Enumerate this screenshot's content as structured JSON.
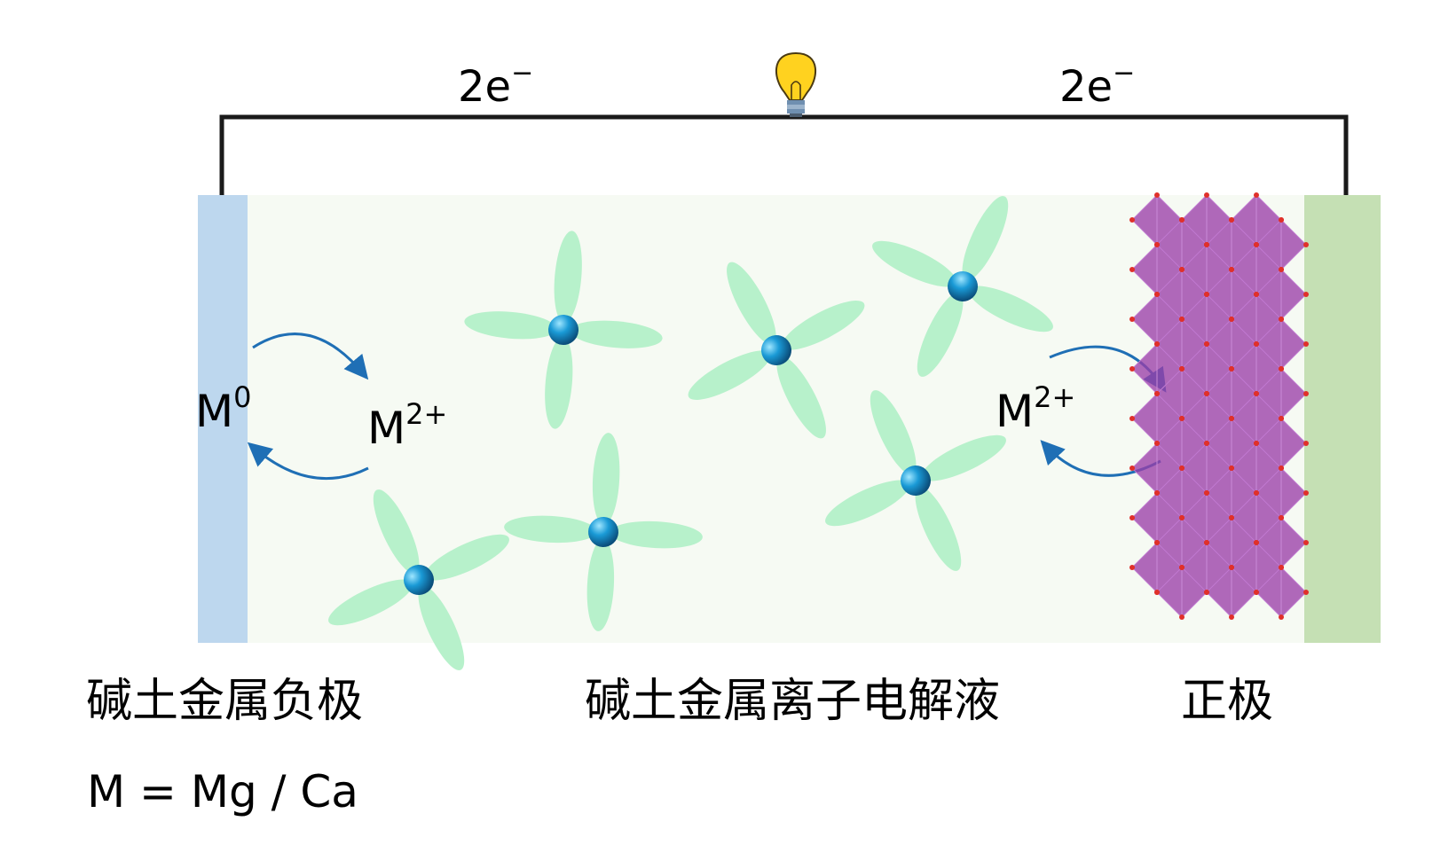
{
  "circuit": {
    "electron_left": "2e",
    "electron_right": "2e",
    "electron_sign": "−"
  },
  "labels": {
    "anode_metal": "M",
    "anode_metal_sup": "0",
    "ion_left": "M",
    "ion_left_sup": "2+",
    "ion_right": "M",
    "ion_right_sup": "2+"
  },
  "captions": {
    "anode": "碱土金属负极",
    "electrolyte": "碱土金属离子电解液",
    "cathode": "正极",
    "definition": "M = Mg / Ca"
  },
  "colors": {
    "anode": "#bdd7ee",
    "cathode": "#c5e0b4",
    "electrolyte": "#f6faf3",
    "arrow": "#1f6fb5",
    "solvent_lobe": "#b3f0c8",
    "ion_sphere": "#1a8fc9",
    "crystal": "#9b3fa8"
  },
  "icons": {
    "bulb": "lightbulb-icon"
  }
}
